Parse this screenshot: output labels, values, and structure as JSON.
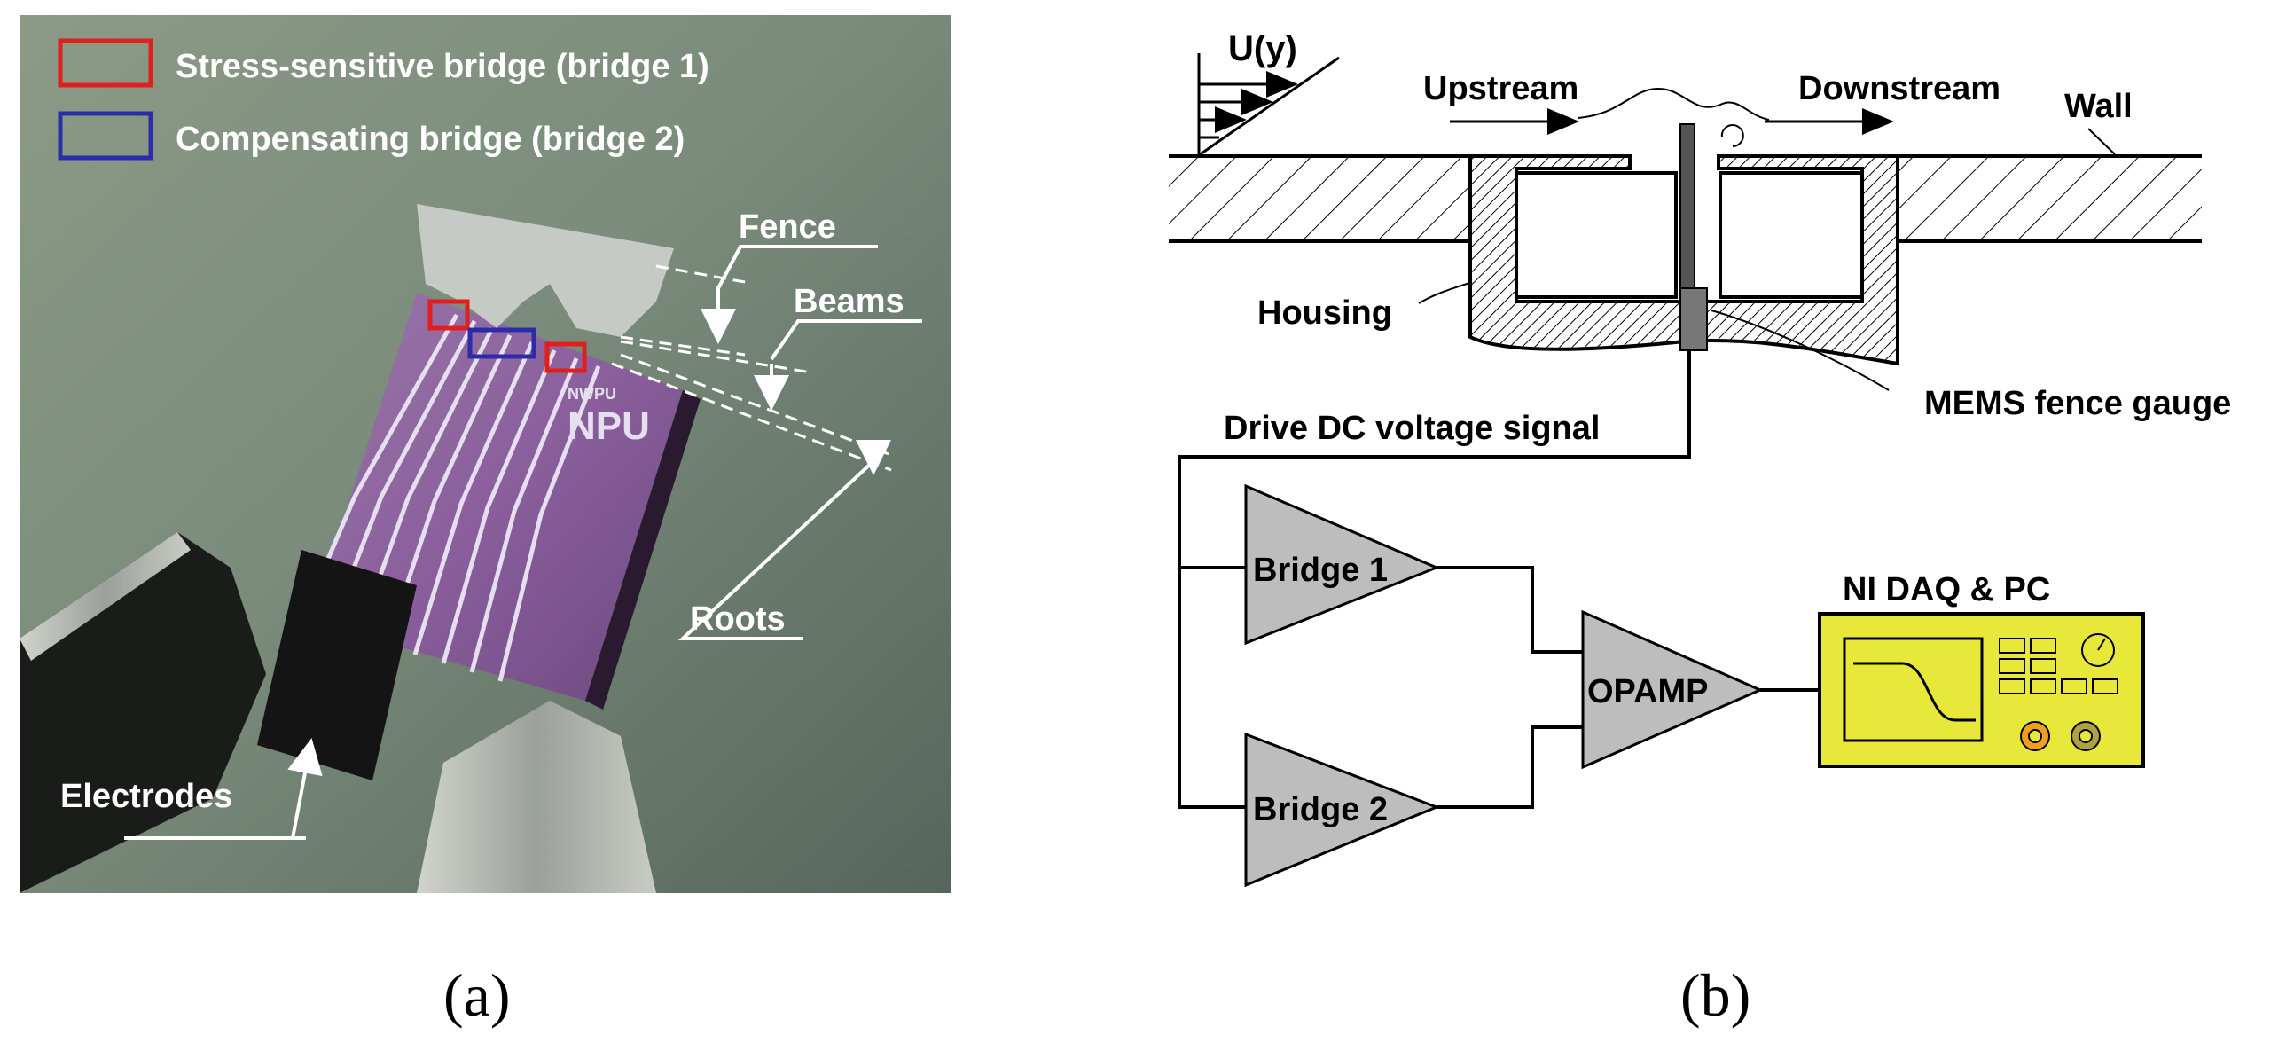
{
  "panel_a": {
    "legend": {
      "stress_sensitive": "Stress-sensitive bridge (bridge 1)",
      "compensating": "Compensating bridge (bridge 2)"
    },
    "labels": {
      "fence": "Fence",
      "beams": "Beams",
      "roots": "Roots",
      "electrodes": "Electrodes",
      "chip_mark_small": "NWPU",
      "chip_mark": "NPU"
    },
    "caption": "(a)"
  },
  "panel_b": {
    "flow_profile": "U(y)",
    "upstream": "Upstream",
    "downstream": "Downstream",
    "wall": "Wall",
    "housing": "Housing",
    "gauge": "MEMS fence gauge",
    "drive_signal": "Drive DC voltage signal",
    "bridge1": "Bridge 1",
    "bridge2": "Bridge 2",
    "opamp": "OPAMP",
    "daq": "NI DAQ & PC",
    "caption": "(b)"
  },
  "colors": {
    "bridge1_box": "#e0201c",
    "bridge2_box": "#2c2ca8",
    "daq_fill": "#e7e83a",
    "amp_fill": "#bdbdbd"
  }
}
